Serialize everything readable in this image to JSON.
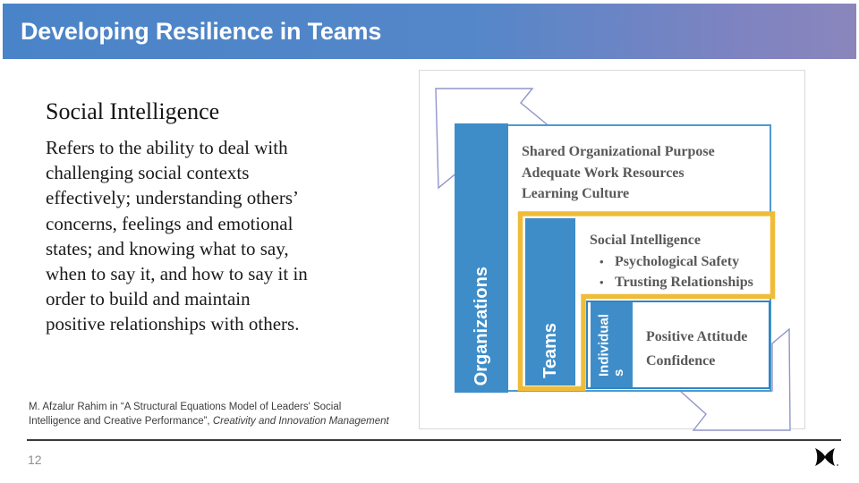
{
  "header": {
    "title": "Developing Resilience in Teams"
  },
  "content": {
    "heading": "Social Intelligence",
    "body_lines": [
      "Refers to the ability to deal with",
      "challenging social contexts",
      "effectively; understanding others’",
      "concerns, feelings and emotional",
      "states; and knowing what to say,",
      "when to say it, and how to say it in",
      "order to build and maintain",
      "positive relationships with others."
    ],
    "citation": {
      "line1": "M. Afzalur Rahim in “A Structural Equations Model of Leaders' Social",
      "line2_regular": "Intelligence and Creative Performance”, ",
      "line2_italic": "Creativity and Innovation Management"
    }
  },
  "diagram": {
    "organizations": {
      "label": "Organizations",
      "items": [
        "Shared Organizational Purpose",
        "Adequate Work Resources",
        "Learning Culture"
      ]
    },
    "teams": {
      "label": "Teams",
      "heading": "Social Intelligence",
      "bullet_char": "•",
      "bullets": [
        "Psychological Safety",
        "Trusting Relationships"
      ]
    },
    "individuals": {
      "label": "Individuals",
      "label_lines": [
        "Individual",
        "s"
      ],
      "items": [
        "Positive Attitude",
        "Confidence"
      ]
    }
  },
  "footer": {
    "page_number": "12",
    "logo_name": "x-butterfly-logo"
  },
  "colors": {
    "header_gradient_left": "#4a84c8",
    "header_gradient_right": "#8a86bc",
    "bar_blue": "#3e8dc8",
    "box_border_blue": "#4f9ad2",
    "individuals_border_blue": "#2e86c4",
    "highlight_yellow": "#f0bc38",
    "diagram_text_gray": "#595959",
    "arrow_outline": "#9196c9",
    "divider_dark": "#3b3b3b"
  }
}
